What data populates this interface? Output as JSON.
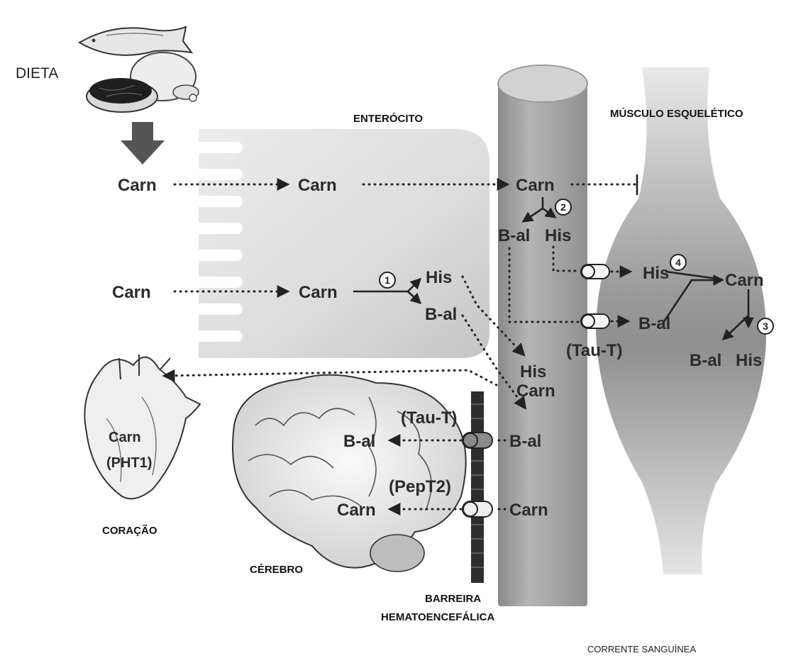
{
  "labels": {
    "dieta": "DIETA",
    "enterocito": "ENTERÓCITO",
    "musculo": "MÚSCULO ESQUELÉTICO",
    "coracao": "CORAÇÃO",
    "cerebro": "CÉREBRO",
    "barreira_1": "BARREIRA",
    "barreira_2": "HEMATOENCEFÁLICA",
    "corrente": "CORRENTE SANGUÍNEA"
  },
  "metabolites": {
    "carn": "Carn",
    "his": "His",
    "bal": "B-al",
    "taut": "(Tau-T)",
    "pept2": "(PepT2)",
    "pht1": "(PHT1)"
  },
  "steps": [
    "1",
    "2",
    "3",
    "4"
  ],
  "icons": [
    "fish-icon",
    "chicken-icon",
    "meat-icon",
    "heart-icon",
    "brain-icon",
    "transporter-icon",
    "inhibition-bar-icon"
  ]
}
